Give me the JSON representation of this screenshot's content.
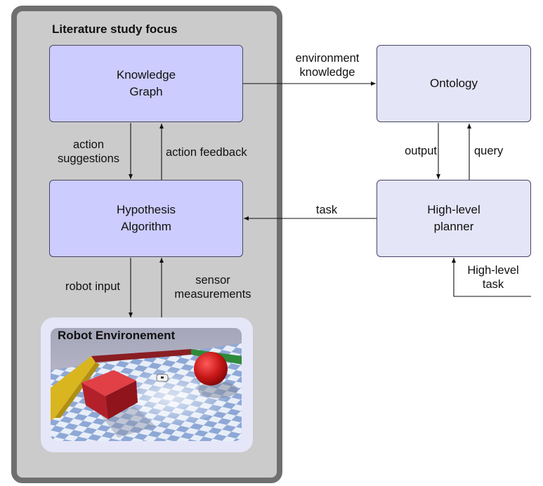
{
  "focus_panel": {
    "title": "Literature study focus"
  },
  "nodes": {
    "knowledge_graph": "Knowledge\nGraph",
    "hypothesis_algorithm": "Hypothesis\nAlgorithm",
    "ontology": "Ontology",
    "high_level_planner": "High-level\nplanner"
  },
  "edges": {
    "environment_knowledge": "environment\nknowledge",
    "action_suggestions": "action\nsuggestions",
    "action_feedback": "action feedback",
    "output": "output",
    "query": "query",
    "task": "task",
    "robot_input": "robot input",
    "sensor_measurements": "sensor\nmeasurements",
    "high_level_task": "High-level\ntask"
  },
  "robot_environment": {
    "title": "Robot Environement"
  },
  "colors": {
    "panel_gray": "#cbcbcb",
    "panel_border": "#6f6f6f",
    "node_blue": "#ccccff",
    "node_light": "#e5e5f8",
    "cube_red": "#c0272d",
    "wall_yellow": "#d9b520",
    "wall_green": "#2e8b3a"
  }
}
